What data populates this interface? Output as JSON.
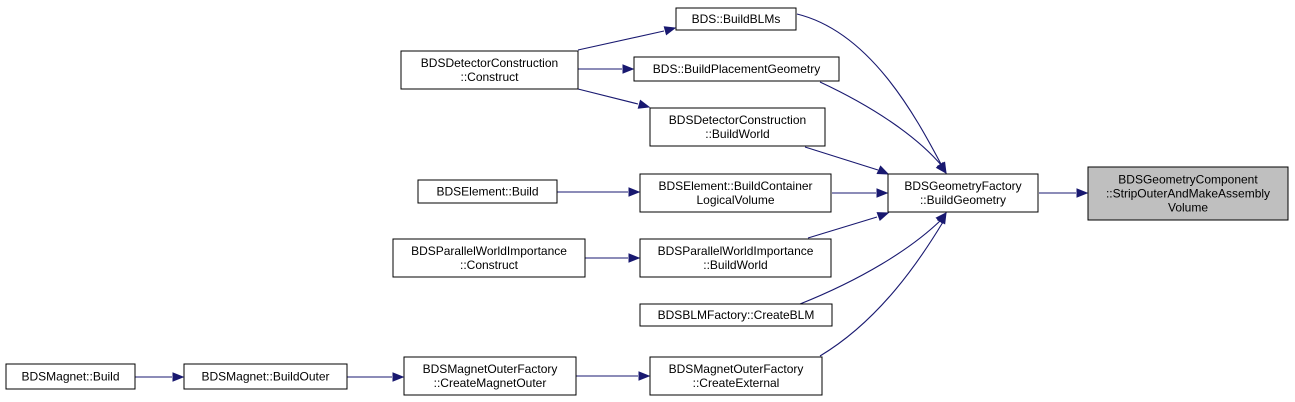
{
  "colors": {
    "edge": "#191970",
    "focus_fill": "#bfbfbf",
    "node_fill": "#ffffff",
    "node_border": "#000000"
  },
  "nodes": {
    "focus": [
      "BDSGeometryComponent",
      "::StripOuterAndMakeAssembly",
      "Volume"
    ],
    "factory": [
      "BDSGeometryFactory",
      "::BuildGeometry"
    ],
    "build_blms": [
      "BDS::BuildBLMs"
    ],
    "build_placement": [
      "BDS::BuildPlacementGeometry"
    ],
    "dc_construct": [
      "BDSDetectorConstruction",
      "::Construct"
    ],
    "dc_buildworld": [
      "BDSDetectorConstruction",
      "::BuildWorld"
    ],
    "element_build": [
      "BDSElement::Build"
    ],
    "element_container": [
      "BDSElement::BuildContainer",
      "LogicalVolume"
    ],
    "pwi_construct": [
      "BDSParallelWorldImportance",
      "::Construct"
    ],
    "pwi_buildworld": [
      "BDSParallelWorldImportance",
      "::BuildWorld"
    ],
    "blm_create": [
      "BDSBLMFactory::CreateBLM"
    ],
    "magnet_build": [
      "BDSMagnet::Build"
    ],
    "magnet_outer": [
      "BDSMagnet::BuildOuter"
    ],
    "mof_create_outer": [
      "BDSMagnetOuterFactory",
      "::CreateMagnetOuter"
    ],
    "mof_create_external": [
      "BDSMagnetOuterFactory",
      "::CreateExternal"
    ]
  }
}
